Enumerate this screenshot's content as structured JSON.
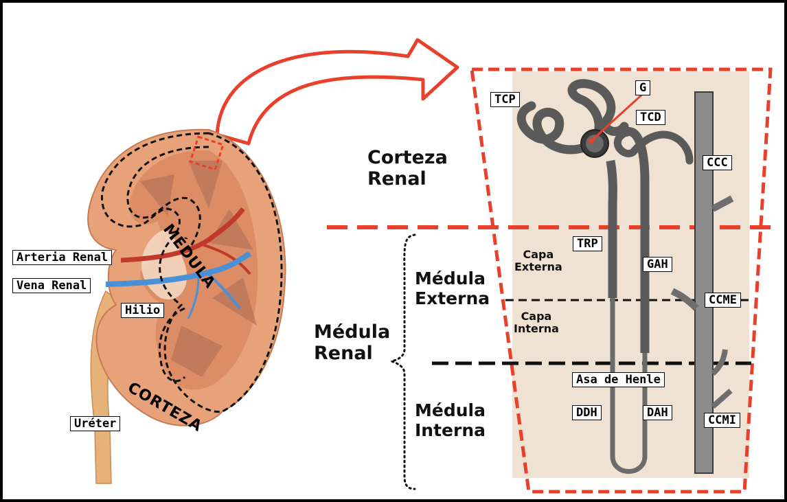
{
  "kidney": {
    "medula": "MÉDULA",
    "corteza": "CORTEZA",
    "labels": {
      "arteria_renal": "Arteria Renal",
      "vena_renal": "Vena Renal",
      "hilio": "Hilio",
      "ureter": "Uréter"
    }
  },
  "regions": {
    "corteza_renal": [
      "Corteza",
      "Renal"
    ],
    "medula_renal": [
      "Médula",
      "Renal"
    ],
    "medula_externa": [
      "Médula",
      "Externa"
    ],
    "medula_interna": [
      "Médula",
      "Interna"
    ],
    "capa_externa": [
      "Capa",
      "Externa"
    ],
    "capa_interna": [
      "Capa",
      "Interna"
    ]
  },
  "nephron_labels": {
    "tcp": "TCP",
    "g": "G",
    "tcd": "TCD",
    "ccc": "CCC",
    "trp": "TRP",
    "gah": "GAH",
    "ccme": "CCME",
    "asa_de_henle": "Asa de Henle",
    "ddh": "DDH",
    "dah": "DAH",
    "ccmi": "CCMI"
  },
  "colors": {
    "accent_red": "#e8402a",
    "kidney_tissue": "#e8a27a",
    "panel_bg": "#efe2d3",
    "vessel_artery": "#c0392b",
    "vessel_vein": "#4a90d9",
    "ureter": "#e6b27a"
  }
}
